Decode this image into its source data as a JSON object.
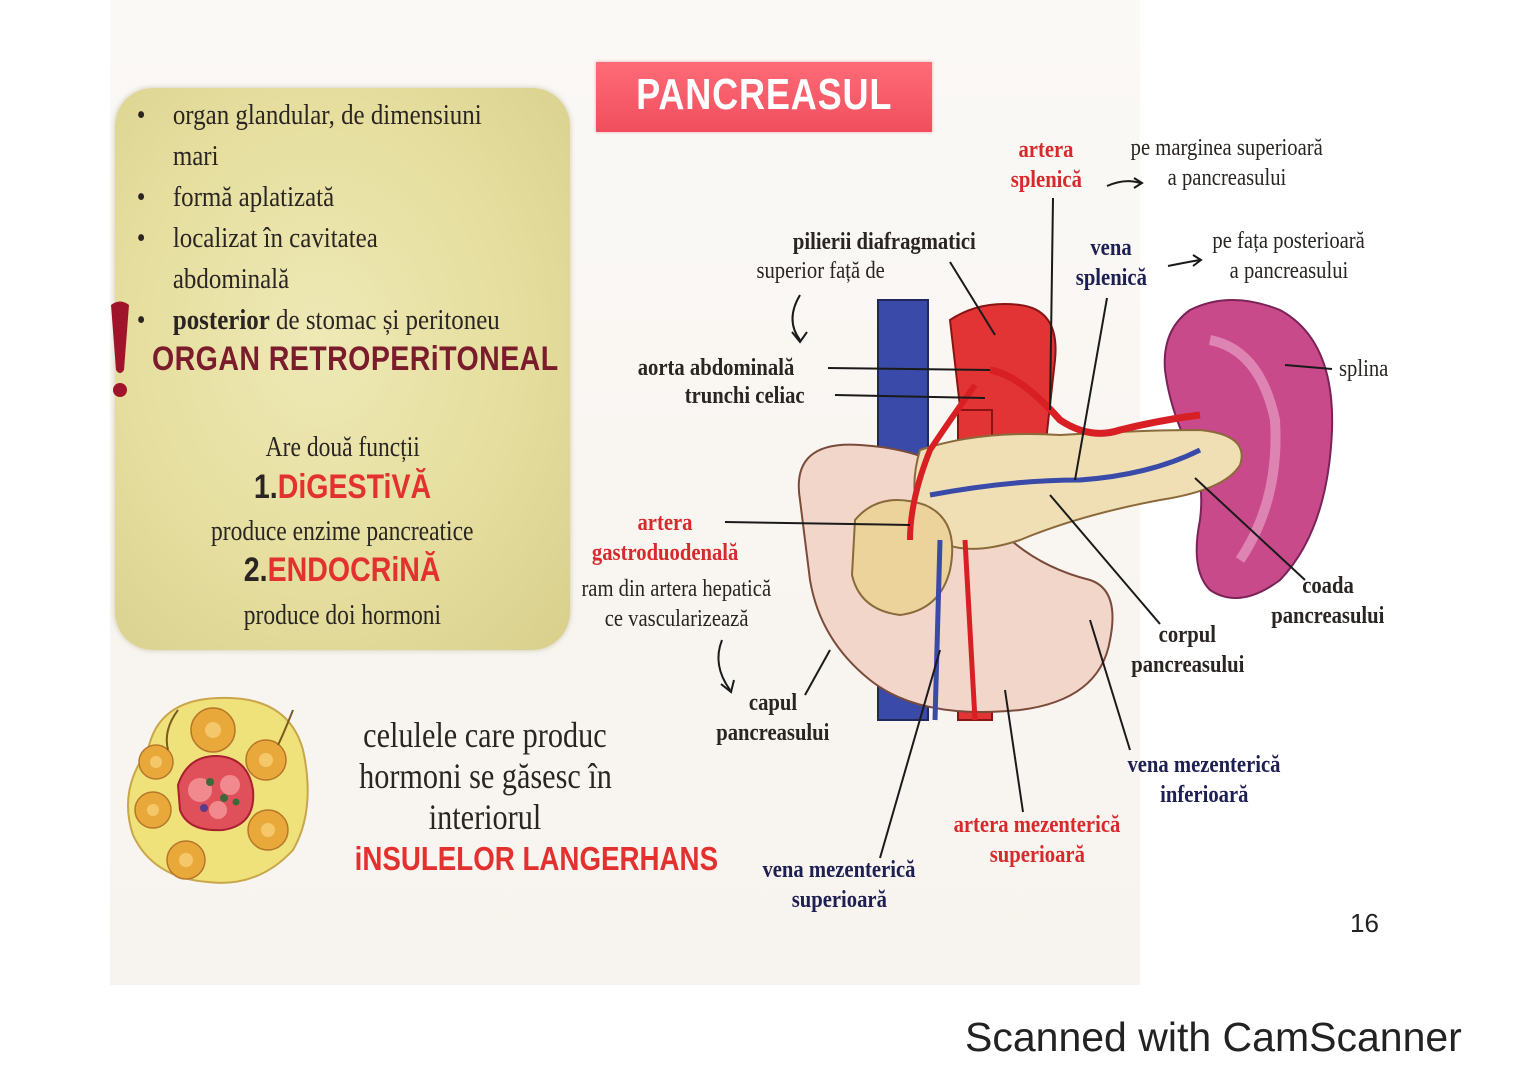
{
  "page_title": "PANCREASUL",
  "info_card": {
    "bullets": [
      {
        "bold": "",
        "text": "organ glandular, de dimensiuni"
      },
      {
        "bold": "",
        "text": "mari",
        "continuation": true
      },
      {
        "bold": "",
        "text": "formă aplatizată"
      },
      {
        "bold": "",
        "text": "localizat în cavitatea"
      },
      {
        "bold": "",
        "text": "abdominală",
        "continuation": true
      },
      {
        "bold": "posterior",
        "text": " de stomac și peritoneu"
      }
    ],
    "warning_symbol": "!",
    "retroperitoneal": "ORGAN RETROPERiTONEAL",
    "functions_intro": "Are două funcții",
    "function1_num": "1.",
    "function1_name": "DiGESTiVĂ",
    "function1_desc": "produce enzime pancreatice",
    "function2_num": "2.",
    "function2_name": "ENDOCRiNĂ",
    "function2_desc": "produce doi hormoni"
  },
  "islet": {
    "line1": "celulele care produc",
    "line2": "hormoni se găsesc în",
    "line3": "interiorul",
    "line4": "iNSULELOR LANGERHANS"
  },
  "labels": {
    "artera_splenica": [
      "artera",
      "splenică"
    ],
    "artera_splenica_note": [
      "pe marginea superioară",
      "a pancreasului"
    ],
    "pilierii": "pilierii diafragmatici",
    "superior": "superior față de",
    "vena_splenica": [
      "vena",
      "splenică"
    ],
    "vena_splenica_note": [
      "pe fața posterioară",
      "a pancreasului"
    ],
    "aorta": "aorta abdominală",
    "trunchi": "trunchi celiac",
    "splina": "splina",
    "gastroduodenala": [
      "artera",
      "gastroduodenală"
    ],
    "ram": [
      "ram din artera hepatică",
      "ce vascularizează"
    ],
    "capul": [
      "capul",
      "pancreasului"
    ],
    "corpul": [
      "corpul",
      "pancreasului"
    ],
    "coada": [
      "coada",
      "pancreasului"
    ],
    "vena_mez_inf": [
      "vena mezenterică",
      "inferioară"
    ],
    "artera_mez_sup": [
      "artera mezenterică",
      "superioară"
    ],
    "vena_mez_sup": [
      "vena mezenterică",
      "superioară"
    ]
  },
  "page_number": "16",
  "watermark": "Scanned with CamScanner",
  "colors": {
    "title_band": "#f04e5d",
    "accent_red": "#e2312f",
    "maroon": "#7b1c2c",
    "navy": "#1e1f52",
    "card": "#e5de9e"
  }
}
